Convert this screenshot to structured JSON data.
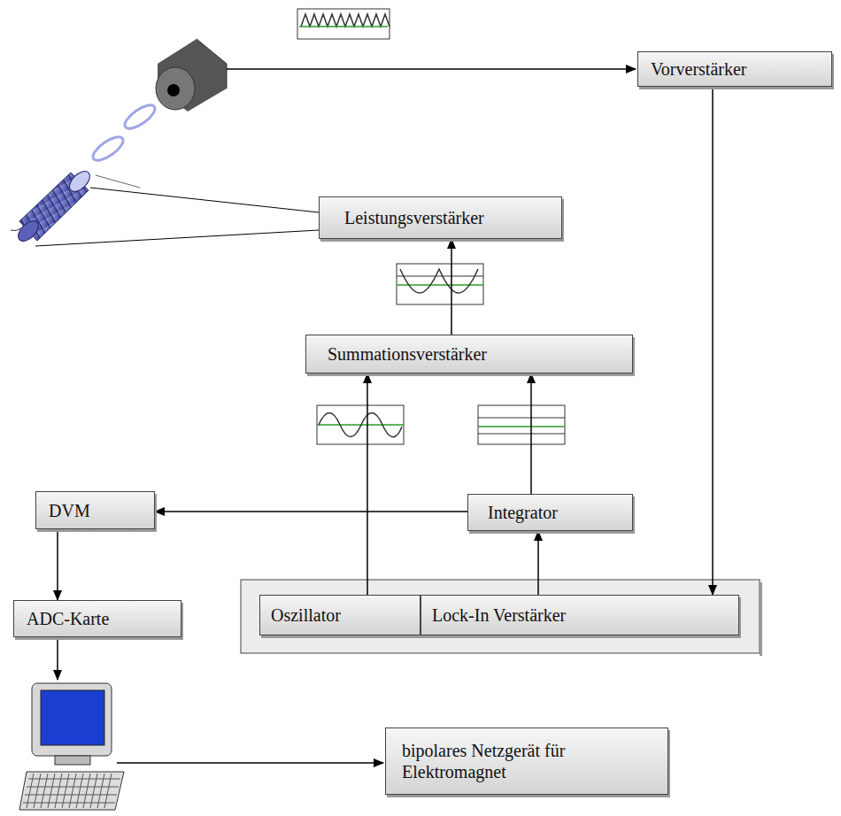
{
  "diagram": {
    "nodes": [
      {
        "text": [
          "Vorverstärker"
        ]
      },
      {
        "text": [
          "Leistungsverstärker"
        ]
      },
      {
        "text": [
          "Summationsverstärker"
        ]
      },
      {
        "text": [
          "DVM"
        ]
      },
      {
        "text": [
          "Integrator"
        ]
      },
      {
        "text": [
          "ADC-Karte"
        ]
      },
      {
        "text": [
          "Oszillator"
        ]
      },
      {
        "text": [
          "Lock-In Verstärker"
        ]
      },
      {
        "text": [
          "bipolares Netzgerät für Elektromagnet"
        ]
      }
    ],
    "edges": [
      {
        "from": 0,
        "to": 7,
        "arrow": "to"
      },
      {
        "from": 2,
        "to": 1,
        "arrow": "to"
      },
      {
        "from": 6,
        "to": 2,
        "arrow": "to"
      },
      {
        "from": 4,
        "to": 2,
        "arrow": "to"
      },
      {
        "from": 4,
        "to": 3,
        "arrow": "to"
      },
      {
        "from": 7,
        "to": 4,
        "arrow": "to"
      },
      {
        "from": 3,
        "to": 5,
        "arrow": "to"
      }
    ]
  }
}
